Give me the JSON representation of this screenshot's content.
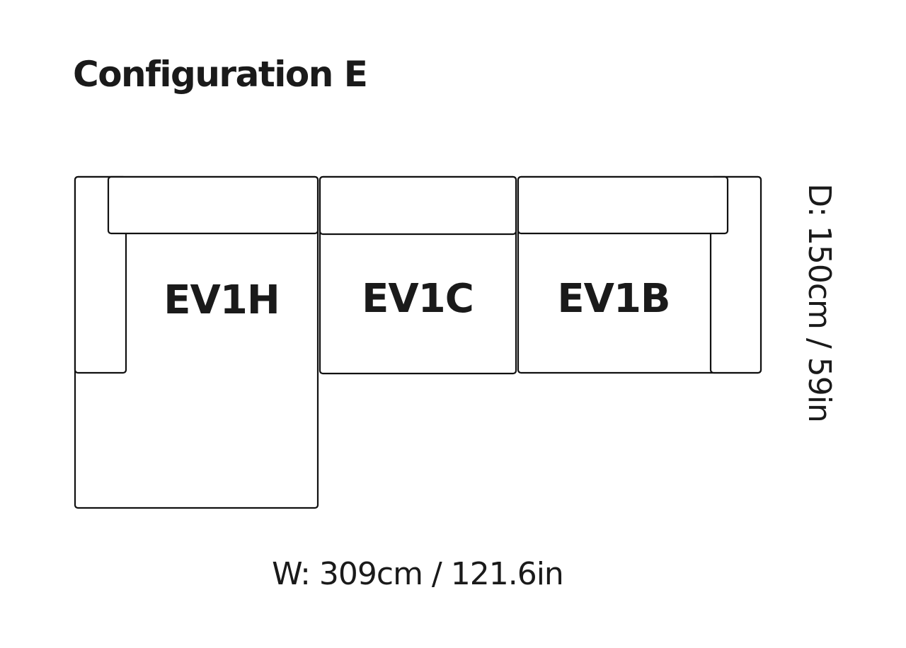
{
  "title": "Configuration E",
  "modules": [
    {
      "code": "EV1H"
    },
    {
      "code": "EV1C"
    },
    {
      "code": "EV1B"
    }
  ],
  "dimensions": {
    "width": "W: 309cm / 121.6in",
    "depth": "D: 150cm / 59in"
  }
}
